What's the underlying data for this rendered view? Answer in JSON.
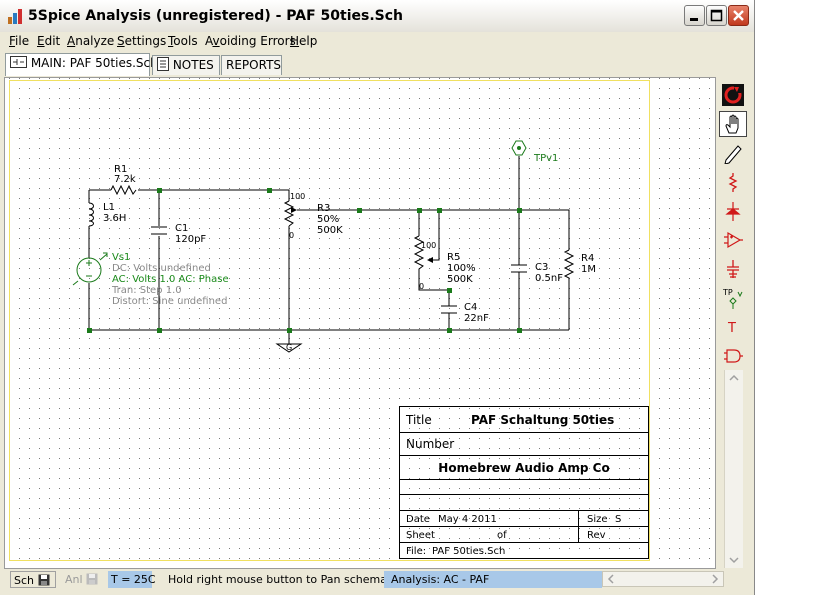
{
  "window": {
    "title": "5Spice Analysis (unregistered) - PAF 50ties.Sch",
    "minimize_icon": "minimize-icon",
    "maximize_icon": "maximize-icon",
    "close_icon": "close-icon"
  },
  "menu": [
    {
      "pre": "",
      "u": "F",
      "post": "ile"
    },
    {
      "pre": "",
      "u": "E",
      "post": "dit"
    },
    {
      "pre": "",
      "u": "A",
      "post": "nalyze"
    },
    {
      "pre": "",
      "u": "S",
      "post": "ettings"
    },
    {
      "pre": "",
      "u": "T",
      "post": "ools"
    },
    {
      "pre": "A",
      "u": "v",
      "post": "oiding Errors"
    },
    {
      "pre": "",
      "u": "H",
      "post": "elp"
    }
  ],
  "tabs": {
    "main": "MAIN:  PAF 50ties.Sch",
    "notes": "NOTES",
    "reports": "REPORTS"
  },
  "schematic": {
    "r1_name": "R1",
    "r1_value": "7.2k",
    "l1_name": "L1",
    "l1_value": "3.6H",
    "c1_name": "C1",
    "c1_value": "120pF",
    "vs1_name": "Vs1",
    "vs1_dc": "DC: Volts undefined",
    "vs1_ac": "AC: Volts  1.0  AC: Phase",
    "vs1_tran": "Tran: Step  1.0",
    "vs1_distort": "Distort: Sine  undefined",
    "r3_name": "R3",
    "r3_pct": "50%",
    "r3_value": "500K",
    "r3_top": "100",
    "r3_bottom": "0",
    "r5_name": "R5",
    "r5_pct": "100%",
    "r5_value": "500K",
    "r5_top": "100",
    "r5_bottom": "0",
    "c4_name": "C4",
    "c4_value": "22nF",
    "c3_name": "C3",
    "c3_value": "0.5nF",
    "r4_name": "R4",
    "r4_value": "1M",
    "tp_name": "TPv1",
    "ground_label": "G"
  },
  "title_block": {
    "title_label": "Title",
    "title_value": "PAF Schaltung 50ties",
    "number_label": "Number",
    "company": "Homebrew Audio Amp Co",
    "date_label": "Date",
    "date_value": "May 4 2011",
    "size_label": "Size",
    "size_value": "S",
    "sheet_label": "Sheet",
    "of_label": "of",
    "rev_label": "Rev",
    "file_label": "File:",
    "file_value": "PAF 50ties.Sch"
  },
  "tools": [
    "refresh-icon",
    "hand-pan-icon",
    "pencil-wire-icon",
    "resistor-icon",
    "diode-icon",
    "opamp-icon",
    "capacitor-icon",
    "test-point-icon",
    "text-tool-icon",
    "logic-gate-icon"
  ],
  "tool_tp_text": "TP",
  "tool_t_text": "T",
  "status": {
    "sch": "Sch",
    "anl": "Anl",
    "temp": "T = 25C",
    "hint": "Hold right mouse button to Pan schematic",
    "analysis": "Analysis:  AC - PAF"
  },
  "colors": {
    "wire": "#000000",
    "node": "#1a7a1a",
    "component": "#1a7a1a",
    "source_text": "#1a8a1a",
    "disabled_text": "#8a8a8a",
    "tool_red": "#d01818",
    "sheet_border": "#f0e060",
    "status_highlight": "#a8c8e8"
  }
}
